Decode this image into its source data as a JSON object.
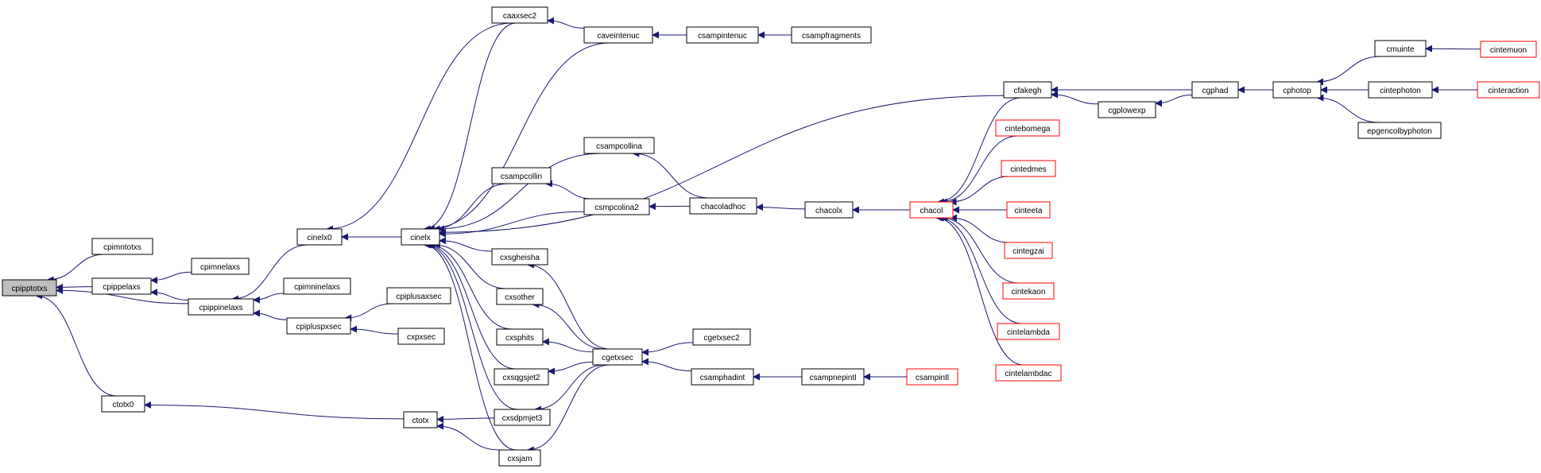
{
  "colors": {
    "edge": "#191970",
    "node_border": "#000000",
    "external_border": "#ff0000",
    "root_fill": "#bfbfbf"
  },
  "nodes": {
    "cpipptotxs": {
      "label": "cpipptotxs"
    },
    "cpimntotxs": {
      "label": "cpimntotxs"
    },
    "cpippelaxs": {
      "label": "cpippelaxs"
    },
    "cpimnelaxs": {
      "label": "cpimnelaxs"
    },
    "cpippinelaxs": {
      "label": "cpippinelaxs"
    },
    "cpimninelaxs": {
      "label": "cpimninelaxs"
    },
    "cpipluspxsec": {
      "label": "cpipluspxsec"
    },
    "cpiplusaxsec": {
      "label": "cpiplusaxsec"
    },
    "cxpxsec": {
      "label": "cxpxsec"
    },
    "cinelx0": {
      "label": "cinelx0"
    },
    "cinelx": {
      "label": "cinelx"
    },
    "ctotx0": {
      "label": "ctotx0"
    },
    "ctotx": {
      "label": "ctotx"
    },
    "caaxsec2": {
      "label": "caaxsec2"
    },
    "caveintenuc": {
      "label": "caveintenuc"
    },
    "csampintenuc": {
      "label": "csampintenuc"
    },
    "csampfragments": {
      "label": "csampfragments"
    },
    "csampcollina": {
      "label": "csampcollina"
    },
    "csampcollin": {
      "label": "csampcollin"
    },
    "csmpcolina2": {
      "label": "csmpcolina2"
    },
    "chacoladhoc": {
      "label": "chacoladhoc"
    },
    "chacolx": {
      "label": "chacolx"
    },
    "chacol": {
      "label": "chacol"
    },
    "cxsgheisha": {
      "label": "cxsgheisha"
    },
    "cxsother": {
      "label": "cxsother"
    },
    "cxsphits": {
      "label": "cxsphits"
    },
    "cxsqgsjet2": {
      "label": "cxsqgsjet2"
    },
    "cxsdpmjet3": {
      "label": "cxsdpmjet3"
    },
    "cxsjam": {
      "label": "cxsjam"
    },
    "cgetxsec": {
      "label": "cgetxsec"
    },
    "cgetxsec2": {
      "label": "cgetxsec2"
    },
    "csamphadint": {
      "label": "csamphadint"
    },
    "csampnepintl": {
      "label": "csampnepintl"
    },
    "csampintl": {
      "label": "csampintl"
    },
    "cfakegh": {
      "label": "cfakegh"
    },
    "cgplowexp": {
      "label": "cgplowexp"
    },
    "cgphad": {
      "label": "cgphad"
    },
    "cphotop": {
      "label": "cphotop"
    },
    "cmuinte": {
      "label": "cmuinte"
    },
    "cintemuon": {
      "label": "cintemuon"
    },
    "cintephoton": {
      "label": "cintephoton"
    },
    "cinteraction": {
      "label": "cinteraction"
    },
    "epgencolbyphoton": {
      "label": "epgencolbyphoton"
    },
    "cintebomega": {
      "label": "cintebomega"
    },
    "cintedmes": {
      "label": "cintedmes"
    },
    "cinteeta": {
      "label": "cinteeta"
    },
    "cintegzai": {
      "label": "cintegzai"
    },
    "cintekaon": {
      "label": "cintekaon"
    },
    "cintelambda": {
      "label": "cintelambda"
    },
    "cintelambdac": {
      "label": "cintelambdac"
    }
  },
  "edges": [
    [
      "cpipptotxs",
      "cpimntotxs"
    ],
    [
      "cpipptotxs",
      "cpippelaxs"
    ],
    [
      "cpipptotxs",
      "cpippinelaxs"
    ],
    [
      "cpipptotxs",
      "ctotx0"
    ],
    [
      "cpippelaxs",
      "cpimnelaxs"
    ],
    [
      "cpippelaxs",
      "cpippinelaxs"
    ],
    [
      "cpippinelaxs",
      "cinelx0"
    ],
    [
      "cpippinelaxs",
      "cpimninelaxs"
    ],
    [
      "cpippinelaxs",
      "cpipluspxsec"
    ],
    [
      "cpipluspxsec",
      "cpiplusaxsec"
    ],
    [
      "cpipluspxsec",
      "cxpxsec"
    ],
    [
      "cinelx0",
      "caaxsec2"
    ],
    [
      "cinelx0",
      "cinelx"
    ],
    [
      "cinelx",
      "caaxsec2"
    ],
    [
      "cinelx",
      "caveintenuc"
    ],
    [
      "cinelx",
      "cfakegh"
    ],
    [
      "cinelx",
      "csampcollina"
    ],
    [
      "cinelx",
      "csampcollin"
    ],
    [
      "cinelx",
      "csmpcolina2"
    ],
    [
      "cinelx",
      "cxsgheisha"
    ],
    [
      "cinelx",
      "cxsother"
    ],
    [
      "cinelx",
      "cxsphits"
    ],
    [
      "cinelx",
      "cxsqgsjet2"
    ],
    [
      "cinelx",
      "cxsdpmjet3"
    ],
    [
      "cinelx",
      "cxsjam"
    ],
    [
      "ctotx0",
      "ctotx"
    ],
    [
      "ctotx",
      "cxsdpmjet3"
    ],
    [
      "ctotx",
      "cxsjam"
    ],
    [
      "caaxsec2",
      "caveintenuc"
    ],
    [
      "caveintenuc",
      "csampintenuc"
    ],
    [
      "csampintenuc",
      "csampfragments"
    ],
    [
      "csampcollina",
      "chacoladhoc"
    ],
    [
      "csampcollin",
      "csmpcolina2"
    ],
    [
      "csmpcolina2",
      "chacoladhoc"
    ],
    [
      "chacoladhoc",
      "chacolx"
    ],
    [
      "chacolx",
      "chacol"
    ],
    [
      "chacol",
      "cfakegh"
    ],
    [
      "chacol",
      "cintebomega"
    ],
    [
      "chacol",
      "cintedmes"
    ],
    [
      "chacol",
      "cinteeta"
    ],
    [
      "chacol",
      "cintegzai"
    ],
    [
      "chacol",
      "cintekaon"
    ],
    [
      "chacol",
      "cintelambda"
    ],
    [
      "chacol",
      "cintelambdac"
    ],
    [
      "cxsgheisha",
      "cgetxsec"
    ],
    [
      "cxsother",
      "cgetxsec"
    ],
    [
      "cxsphits",
      "cgetxsec"
    ],
    [
      "cxsqgsjet2",
      "cgetxsec"
    ],
    [
      "cxsdpmjet3",
      "cgetxsec"
    ],
    [
      "cxsjam",
      "cgetxsec"
    ],
    [
      "cgetxsec",
      "cgetxsec2"
    ],
    [
      "cgetxsec",
      "csamphadint"
    ],
    [
      "csamphadint",
      "csampnepintl"
    ],
    [
      "csampnepintl",
      "csampintl"
    ],
    [
      "cfakegh",
      "cgphad"
    ],
    [
      "cfakegh",
      "cgplowexp"
    ],
    [
      "cgplowexp",
      "cgphad"
    ],
    [
      "cgphad",
      "cphotop"
    ],
    [
      "cphotop",
      "cmuinte"
    ],
    [
      "cphotop",
      "cintephoton"
    ],
    [
      "cphotop",
      "epgencolbyphoton"
    ],
    [
      "cmuinte",
      "cintemuon"
    ],
    [
      "cintephoton",
      "cinteraction"
    ]
  ]
}
